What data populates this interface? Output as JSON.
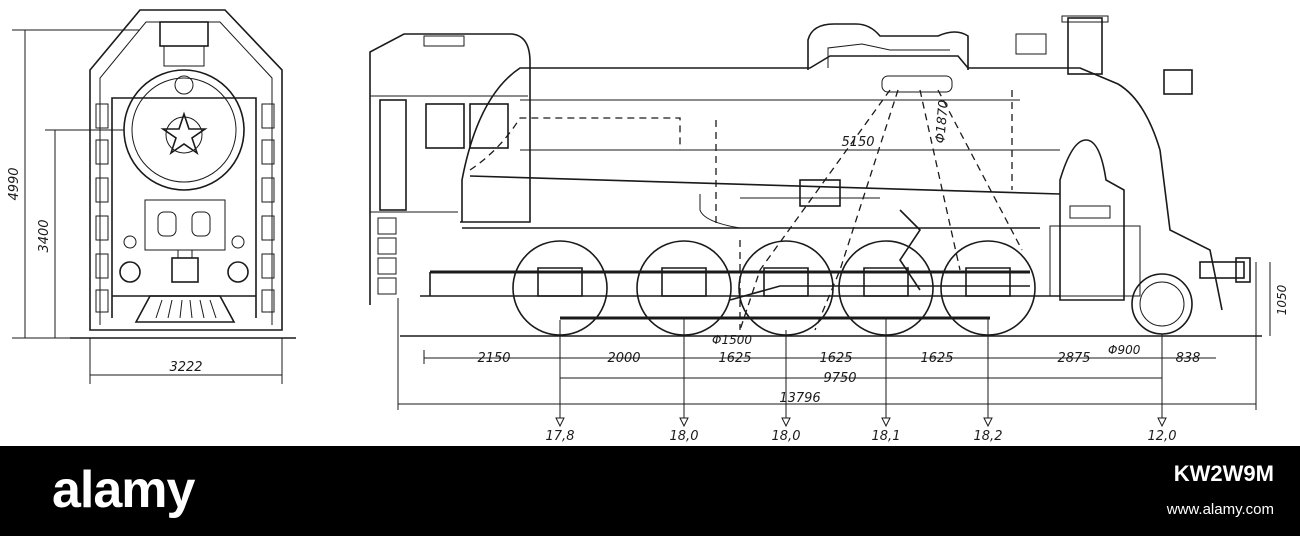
{
  "front_view": {
    "dimensions": {
      "height_total": "4990",
      "height_boiler_axis": "3400",
      "width": "3222"
    }
  },
  "side_view": {
    "dimensions": {
      "dome_length": "5150",
      "dome_diameter": "Φ1870",
      "coupled_wheel_diameter": "Φ1500",
      "trailing_wheel_diameter": "Φ900",
      "trailing_axle_height": "1050",
      "span_1": "2150",
      "span_2": "2000",
      "span_3": "1625",
      "span_4": "1625",
      "span_5": "1625",
      "span_6": "2875",
      "span_7": "838",
      "wheelbase_total": "9750",
      "length_total": "13796"
    },
    "axle_loads": [
      "17,8",
      "18,0",
      "18,0",
      "18,1",
      "18,2",
      "12,0"
    ]
  },
  "watermark": {
    "brand": "alamy",
    "image_id": "KW2W9M",
    "site": "www.alamy.com"
  }
}
